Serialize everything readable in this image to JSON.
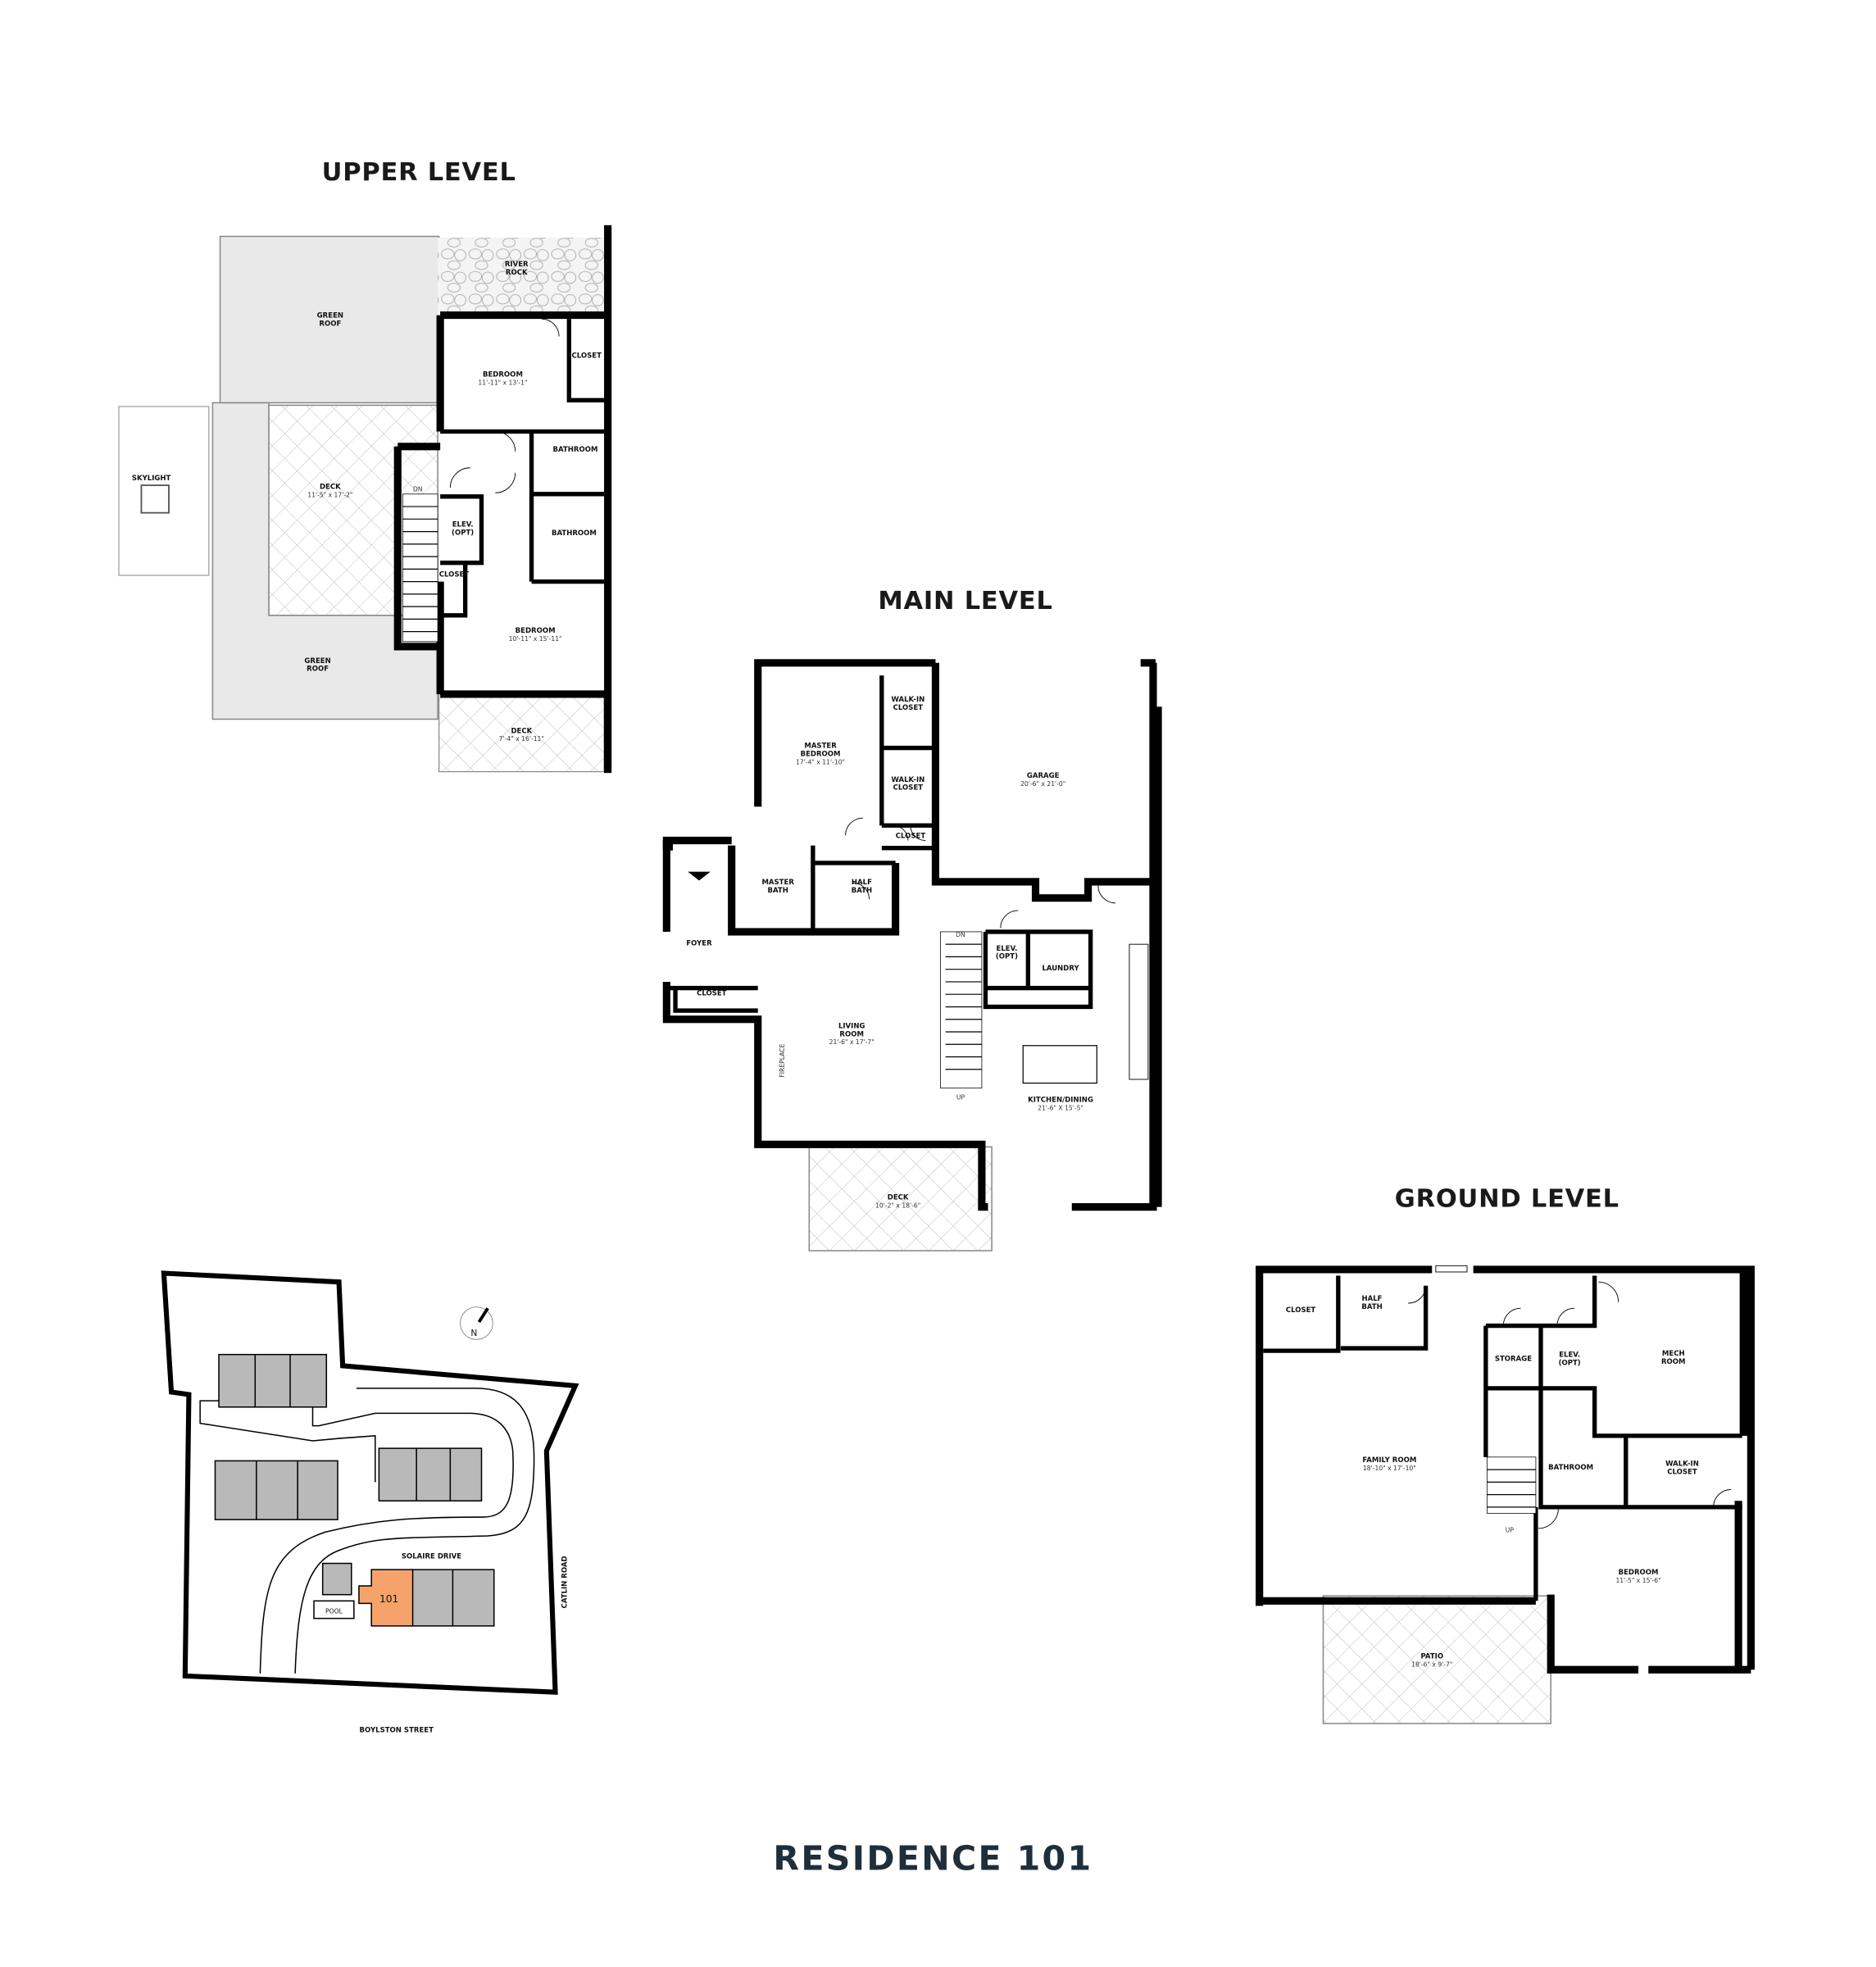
{
  "titles": {
    "upper": "UPPER LEVEL",
    "main": "MAIN LEVEL",
    "ground": "GROUND LEVEL",
    "residence": "RESIDENCE 101"
  },
  "colors": {
    "highlight_unit": "#f5a36b",
    "building_gray": "#b9b9b9",
    "green_roof": "#e8e8e8",
    "title_navy": "#1e2f3b"
  },
  "upper": {
    "rooms": [
      {
        "lines": [
          "GREEN",
          "ROOF"
        ],
        "size": ""
      },
      {
        "lines": [
          "RIVER",
          "ROCK"
        ],
        "size": ""
      },
      {
        "lines": [
          "BEDROOM"
        ],
        "size": "11'-11\" x 13'-1\""
      },
      {
        "lines": [
          "CLOSET"
        ],
        "size": ""
      },
      {
        "lines": [
          "BATHROOM"
        ],
        "size": ""
      },
      {
        "lines": [
          "SKYLIGHT"
        ],
        "size": ""
      },
      {
        "lines": [
          "DECK"
        ],
        "size": "11'-5\" x 17'-2\""
      },
      {
        "lines": [
          "ELEV.",
          "(OPT)"
        ],
        "size": ""
      },
      {
        "lines": [
          "BATHROOM"
        ],
        "size": ""
      },
      {
        "lines": [
          "CLOSET"
        ],
        "size": ""
      },
      {
        "lines": [
          "BEDROOM"
        ],
        "size": "10'-11\" x 15'-11\""
      },
      {
        "lines": [
          "GREEN",
          "ROOF"
        ],
        "size": ""
      },
      {
        "lines": [
          "DECK"
        ],
        "size": "7'-4\" x 16'-11\""
      }
    ],
    "stair_label": "DN"
  },
  "main": {
    "rooms": [
      {
        "lines": [
          "MASTER",
          "BEDROOM"
        ],
        "size": "17'-4\" x 11'-10\""
      },
      {
        "lines": [
          "WALK-IN",
          "CLOSET"
        ],
        "size": ""
      },
      {
        "lines": [
          "WALK-IN",
          "CLOSET"
        ],
        "size": ""
      },
      {
        "lines": [
          "CLOSET"
        ],
        "size": ""
      },
      {
        "lines": [
          "GARAGE"
        ],
        "size": "20'-6\" x 21'-0\""
      },
      {
        "lines": [
          "MASTER",
          "BATH"
        ],
        "size": ""
      },
      {
        "lines": [
          "HALF",
          "BATH"
        ],
        "size": ""
      },
      {
        "lines": [
          "FOYER"
        ],
        "size": ""
      },
      {
        "lines": [
          "CLOSET"
        ],
        "size": ""
      },
      {
        "lines": [
          "ELEV.",
          "(OPT)"
        ],
        "size": ""
      },
      {
        "lines": [
          "LAUNDRY"
        ],
        "size": ""
      },
      {
        "lines": [
          "LIVING",
          "ROOM"
        ],
        "size": "21'-6\" x 17'-7\""
      },
      {
        "lines": [
          "KITCHEN/DINING"
        ],
        "size": "21'-6\" X 15'-5\""
      },
      {
        "lines": [
          "DECK"
        ],
        "size": "10'-2\" x 18'-6\""
      }
    ],
    "fireplace_label": "FIREPLACE",
    "stair_down": "DN",
    "stair_up": "UP"
  },
  "ground": {
    "rooms": [
      {
        "lines": [
          "CLOSET"
        ],
        "size": ""
      },
      {
        "lines": [
          "HALF",
          "BATH"
        ],
        "size": ""
      },
      {
        "lines": [
          "STORAGE"
        ],
        "size": ""
      },
      {
        "lines": [
          "ELEV.",
          "(OPT)"
        ],
        "size": ""
      },
      {
        "lines": [
          "MECH",
          "ROOM"
        ],
        "size": ""
      },
      {
        "lines": [
          "FAMILY ROOM"
        ],
        "size": "18'-10\" x 17'-10\""
      },
      {
        "lines": [
          "BATHROOM"
        ],
        "size": ""
      },
      {
        "lines": [
          "WALK-IN",
          "CLOSET"
        ],
        "size": ""
      },
      {
        "lines": [
          "BEDROOM"
        ],
        "size": "11'-5\" x 15'-6\""
      },
      {
        "lines": [
          "PATIO"
        ],
        "size": "18'-6\" x 9'-7\""
      }
    ],
    "stair_up": "UP"
  },
  "site": {
    "street_south": "BOYLSTON STREET",
    "road_east": "CATLIN ROAD",
    "drive": "SOLAIRE DRIVE",
    "pool": "POOL",
    "unit": "101",
    "north": "N"
  }
}
